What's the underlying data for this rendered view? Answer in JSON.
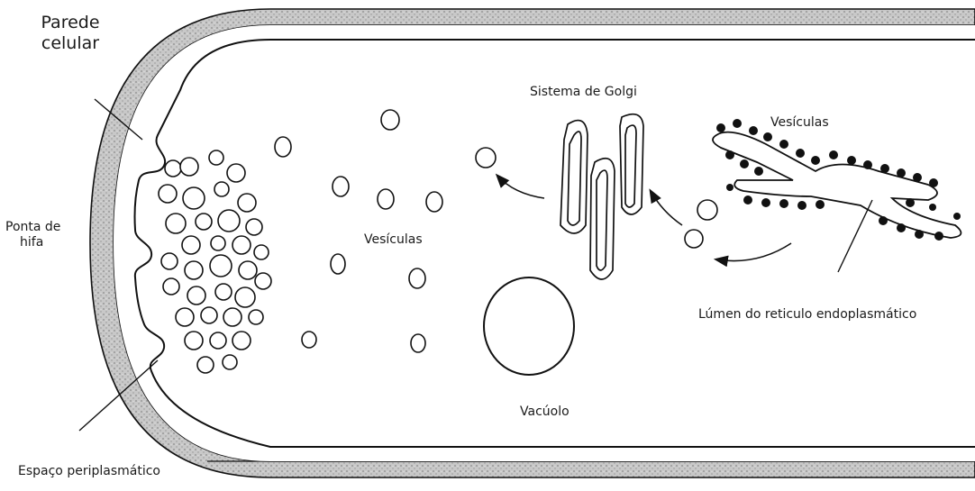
{
  "labels": {
    "parede_line1": "Parede",
    "parede_line2": "celular",
    "ponta_line1": "Ponta de",
    "ponta_line2": "hifa",
    "espaco": "Espaço periplasmático",
    "vesiculas_center": "Vesículas",
    "golgi": "Sistema de Golgi",
    "vesiculas_er": "Vesículas",
    "lumen": "Lúmen do reticulo endoplasmático",
    "vacuolo": "Vacúolo"
  },
  "colors": {
    "stroke": "#111111",
    "wall_fill": "#bdbdbd",
    "text": "#1a1a1a"
  }
}
